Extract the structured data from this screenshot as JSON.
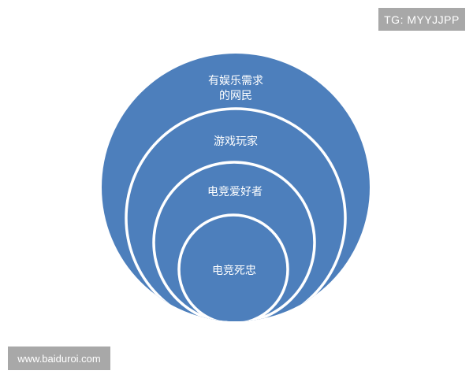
{
  "diagram": {
    "fill_color": "#4d7fbc",
    "ring_color": "#ffffff",
    "levels": [
      {
        "label_lines": [
          "有娱乐需求",
          "的网民"
        ]
      },
      {
        "label_lines": [
          "游戏玩家"
        ]
      },
      {
        "label_lines": [
          "电竞爱好者"
        ]
      },
      {
        "label_lines": [
          "电竞死忠"
        ]
      }
    ]
  },
  "watermarks": {
    "top_right": "TG: MYYJJPP",
    "bottom_left": "www.baiduroi.com"
  }
}
